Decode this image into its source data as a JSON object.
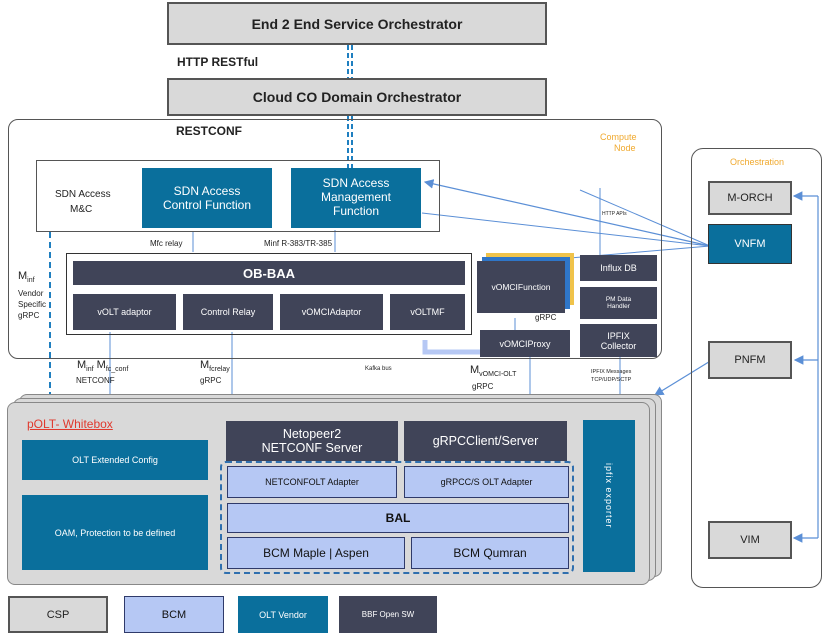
{
  "top": {
    "e2e": "End 2 End Service Orchestrator",
    "http": "HTTP RESTful",
    "cloud": "Cloud CO Domain Orchestrator",
    "restconf": "RESTCONF"
  },
  "compute": {
    "title_line1": "Compute",
    "title_line2": "Node",
    "sdn_mc_line1": "SDN Access",
    "sdn_mc_line2": "M&C",
    "control_fn_line1": "SDN Access",
    "control_fn_line2": "Control Function",
    "mgmt_fn_line1": "SDN Access",
    "mgmt_fn_line2": "Management",
    "mgmt_fn_line3": "Function",
    "mfc_relay": "Mfc relay",
    "minf": "Minf R-383/TR-385",
    "obbaa": "OB-BAA",
    "volt_adaptor": "vOLT adaptor",
    "control_relay": "Control Relay",
    "vomci_adaptor": "vOMCIAdaptor",
    "voltmf": "vOLTMF",
    "vomci_function": "vOMCIFunction",
    "grpc": "gRPC",
    "vomci_proxy": "vOMCIProxy",
    "http_apis": "HTTP APIs",
    "influx": "Influx DB",
    "pm_line1": "PM Data",
    "pm_line2": "Handler",
    "ipfix_line1": "IPFIX",
    "ipfix_line2": "Collector"
  },
  "left": {
    "m": "M",
    "inf": "inf",
    "vendor": "Vendor",
    "specific": "Specific",
    "grpc": "gRPC"
  },
  "interfaces": {
    "m_inf_a": "M",
    "m_inf_sub": "inf",
    "m_fc": "M",
    "m_fc_sub": "fc_conf",
    "netconf": "NETCONF",
    "m_fcrelay": "M",
    "m_fcrelay_sub": "fcrelay",
    "grpc1": "gRPC",
    "kafka": "Kafka bus",
    "m_vomci": "M",
    "m_vomci_sub": "vOMCI-OLT",
    "grpc2": "gRPC",
    "ipfix_msg1": "IPFIX Messages",
    "ipfix_msg2": "TCP/UDP/SCTP"
  },
  "olt": {
    "title": "pOLT- Whitebox",
    "ext_config": "OLT Extended Config",
    "oam": "OAM, Protection to be defined",
    "netopeer_line1": "Netopeer2",
    "netopeer_line2": "NETCONF Server",
    "grpc_cs": "gRPCClient/Server",
    "netconf_adapter": "NETCONFOLT Adapter",
    "grpc_adapter": "gRPCC/S OLT Adapter",
    "bal": "BAL",
    "maple": "BCM Maple | Aspen",
    "qumran": "BCM Qumran",
    "vertical": "ipfix exporter"
  },
  "orchestration": {
    "title": "Orchestration",
    "morch": "M-ORCH",
    "vnfm": "VNFM",
    "pnfm": "PNFM",
    "vim": "VIM"
  },
  "legend": {
    "csp": "CSP",
    "bcm": "BCM",
    "olt_vendor": "OLT Vendor",
    "bbf": "BBF Open SW"
  },
  "colors": {
    "teal": "#0a6f9c",
    "navy": "#404458",
    "light_blue": "#b6c8f4",
    "grey": "#d9d9d9",
    "orange": "#f0a92e",
    "red": "#e03a2e"
  }
}
